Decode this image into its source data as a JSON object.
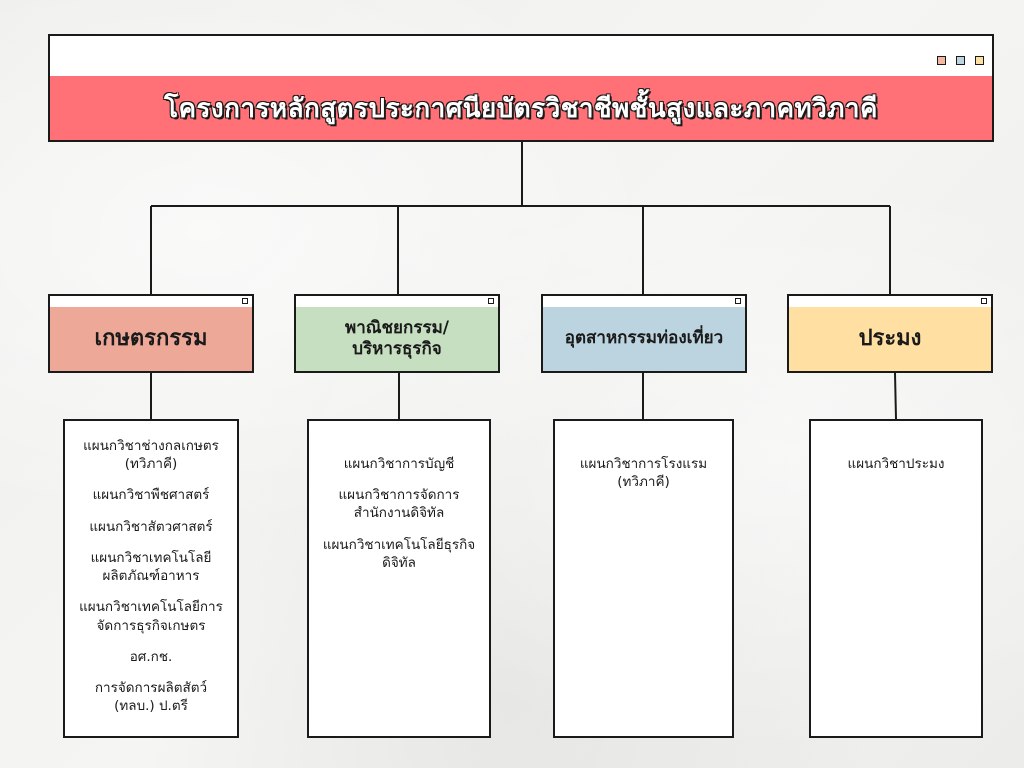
{
  "title": "โครงการหลักสูตรประกาศนียบัตรวิชาชีพชั้นสูงและภาคทวิภาคี",
  "colors": {
    "title_bg": "#ff7176",
    "dot_1": "#f4b8a0",
    "dot_2": "#bcd4df",
    "dot_3": "#ffe0a2",
    "agriculture": "#eda898",
    "business": "#c6dfc1",
    "tourism": "#bcd4df",
    "fishery": "#ffe0a2"
  },
  "categories": [
    {
      "label": "เกษตรกรรม",
      "items": [
        "แผนกวิชาช่างกลเกษตร (ทวิภาคี)",
        "แผนกวิชาพืชศาสตร์",
        "แผนกวิชาสัตวศาสตร์",
        "แผนกวิชาเทคโนโลยีผลิตภัณฑ์อาหาร",
        "แผนกวิชาเทคโนโลยีการจัดการธุรกิจเกษตร",
        "อศ.กช.",
        "การจัดการผลิตสัตว์ (ทลบ.) ป.ตรี"
      ]
    },
    {
      "label": "พาณิชยกรรม/ บริหารธุรกิจ",
      "items": [
        "แผนกวิชาการบัญชี",
        "แผนกวิชาการจัดการสำนักงานดิจิทัล",
        "แผนกวิชาเทคโนโลยีธุรกิจดิจิทัล"
      ]
    },
    {
      "label": "อุตสาหกรรมท่องเที่ยว",
      "items": [
        "แผนกวิชาการโรงแรม (ทวิภาคี)"
      ]
    },
    {
      "label": "ประมง",
      "items": [
        "แผนกวิชาประมง"
      ]
    }
  ]
}
